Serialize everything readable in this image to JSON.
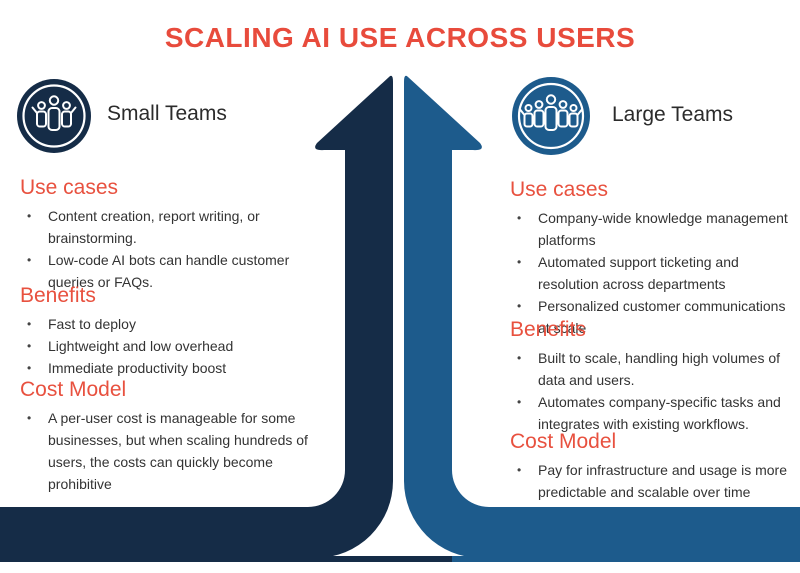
{
  "header": {
    "title": "SCALING AI USE ACROSS USERS"
  },
  "colors": {
    "navy": "#152C47",
    "blue": "#1D5B8C",
    "accent": "#E8513F",
    "text": "#333333"
  },
  "icons": {
    "left": "small-team-people-icon",
    "right": "large-team-people-icon",
    "center": "split-up-arrows"
  },
  "left": {
    "label": "Small Teams",
    "sections": [
      {
        "heading": "Use cases",
        "bullets": [
          "Content creation, report writing, or brainstorming.",
          "Low-code AI bots can handle customer queries or FAQs."
        ]
      },
      {
        "heading": "Benefits",
        "bullets": [
          "Fast to deploy",
          "Lightweight and low overhead",
          "Immediate productivity boost"
        ]
      },
      {
        "heading": "Cost Model",
        "bullets": [
          "A per-user cost is manageable for some businesses, but when scaling hundreds of users, the costs can quickly become prohibitive"
        ]
      }
    ]
  },
  "right": {
    "label": "Large Teams",
    "sections": [
      {
        "heading": "Use cases",
        "bullets": [
          "Company-wide knowledge management platforms",
          "Automated support ticketing and resolution across departments",
          "Personalized customer communications at scale"
        ]
      },
      {
        "heading": "Benefits",
        "bullets": [
          "Built to scale, handling high volumes of data and users.",
          "Automates company-specific tasks and integrates with existing workflows."
        ]
      },
      {
        "heading": "Cost Model",
        "bullets": [
          "Pay for infrastructure and usage is more predictable and scalable over time"
        ]
      }
    ]
  }
}
